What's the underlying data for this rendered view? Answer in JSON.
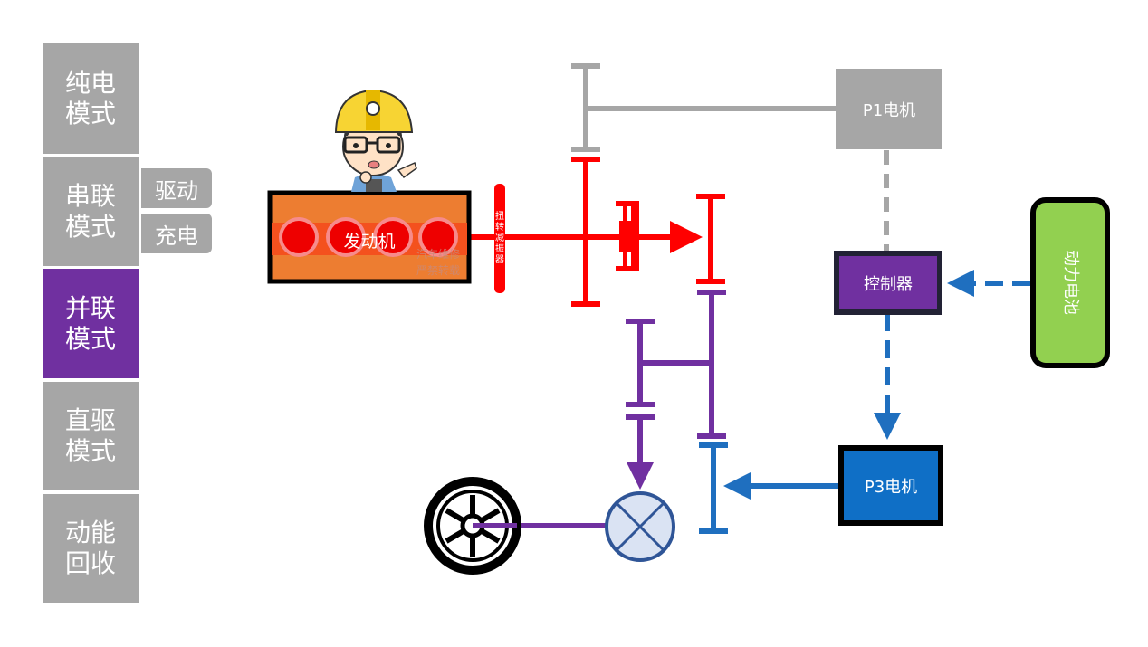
{
  "sidebar": {
    "modes": [
      {
        "line1": "纯电",
        "line2": "模式",
        "active": false
      },
      {
        "line1": "串联",
        "line2": "模式",
        "active": false
      },
      {
        "line1": "并联",
        "line2": "模式",
        "active": true
      },
      {
        "line1": "直驱",
        "line2": "模式",
        "active": false
      },
      {
        "line1": "动能",
        "line2": "回收",
        "active": false
      }
    ],
    "series_submodes": [
      {
        "label": "驱动"
      },
      {
        "label": "充电"
      }
    ]
  },
  "diagram": {
    "engine": {
      "label": "发动机",
      "watermark_line1": "汽车维修",
      "watermark_line2": "严禁转载"
    },
    "damper": {
      "label_chars": [
        "扭",
        "转",
        "减",
        "振",
        "器"
      ]
    },
    "p1_motor": {
      "label": "P1电机"
    },
    "controller": {
      "label": "控制器"
    },
    "battery": {
      "label": "动力电池"
    },
    "p3_motor": {
      "label": "P3电机"
    },
    "mascot": "engineer-mascot",
    "colors": {
      "engine_path": "#ff0000",
      "output_path": "#7030a0",
      "electric_path": "#1f6fbf",
      "inactive_path": "#a6a6a6",
      "engine_body": "#ed7d31",
      "battery": "#92d050",
      "p3_motor": "#0f6fc6",
      "controller": "#7030a0",
      "differential_fill": "#dae3f3",
      "differential_stroke": "#2f5597"
    }
  }
}
